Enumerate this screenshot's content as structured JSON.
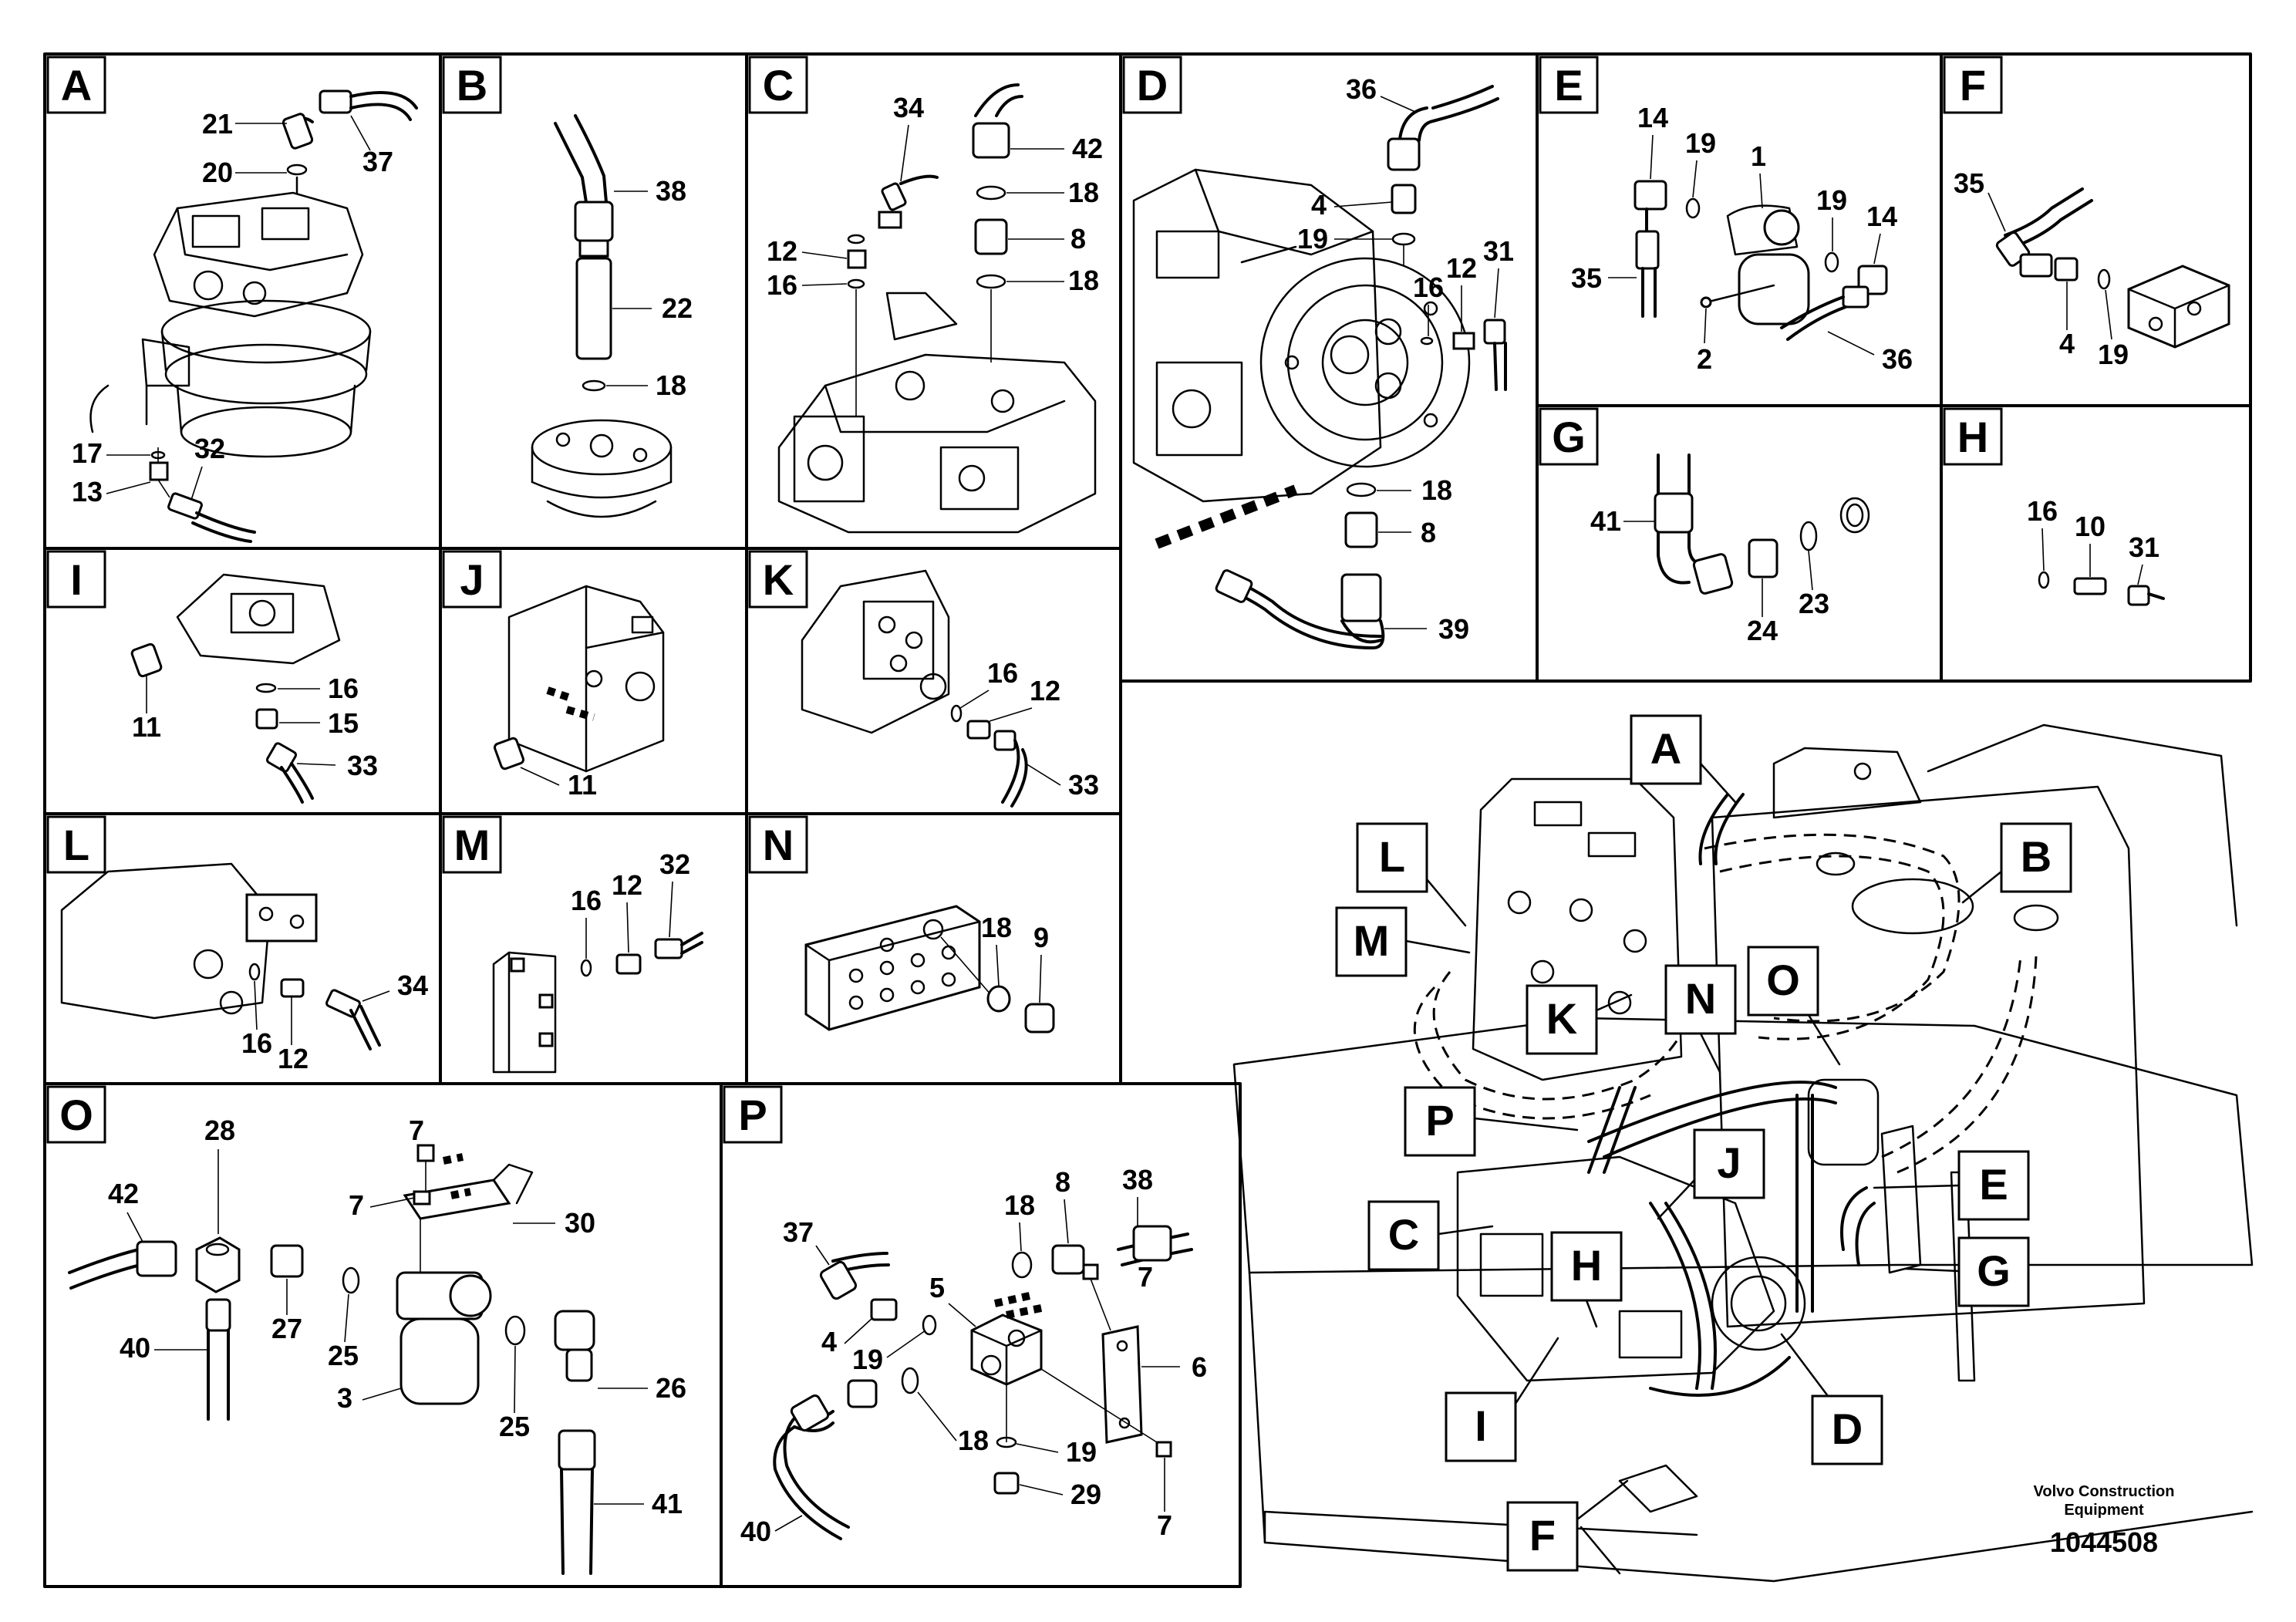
{
  "panels": [
    {
      "id": "A",
      "letter": "A",
      "parts": [
        "21",
        "37",
        "20",
        "17",
        "32",
        "13"
      ]
    },
    {
      "id": "B",
      "letter": "B",
      "parts": [
        "38",
        "22",
        "18"
      ]
    },
    {
      "id": "C",
      "letter": "C",
      "parts": [
        "34",
        "42",
        "18",
        "8",
        "18",
        "12",
        "16"
      ]
    },
    {
      "id": "D",
      "letter": "D",
      "parts": [
        "36",
        "4",
        "19",
        "16",
        "12",
        "31",
        "18",
        "8",
        "39"
      ]
    },
    {
      "id": "E",
      "letter": "E",
      "parts": [
        "14",
        "19",
        "1",
        "19",
        "14",
        "35",
        "2",
        "36"
      ]
    },
    {
      "id": "F",
      "letter": "F",
      "parts": [
        "35",
        "4",
        "19"
      ]
    },
    {
      "id": "G",
      "letter": "G",
      "parts": [
        "41",
        "24",
        "23"
      ]
    },
    {
      "id": "H",
      "letter": "H",
      "parts": [
        "16",
        "10",
        "31"
      ]
    },
    {
      "id": "I",
      "letter": "I",
      "parts": [
        "16",
        "11",
        "15",
        "33"
      ]
    },
    {
      "id": "J",
      "letter": "J",
      "parts": [
        "11"
      ]
    },
    {
      "id": "K",
      "letter": "K",
      "parts": [
        "16",
        "12",
        "33"
      ]
    },
    {
      "id": "L",
      "letter": "L",
      "parts": [
        "34",
        "16",
        "12"
      ]
    },
    {
      "id": "M",
      "letter": "M",
      "parts": [
        "16",
        "12",
        "32"
      ]
    },
    {
      "id": "N",
      "letter": "N",
      "parts": [
        "18",
        "9"
      ]
    },
    {
      "id": "O",
      "letter": "O",
      "parts": [
        "7",
        "28",
        "42",
        "7",
        "30",
        "40",
        "27",
        "25",
        "3",
        "25",
        "26",
        "41"
      ]
    },
    {
      "id": "P",
      "letter": "P",
      "parts": [
        "38",
        "18",
        "8",
        "37",
        "5",
        "7",
        "4",
        "19",
        "6",
        "18",
        "19",
        "7",
        "29",
        "40"
      ]
    }
  ],
  "overview_callouts": [
    "A",
    "B",
    "L",
    "M",
    "K",
    "N",
    "O",
    "P",
    "J",
    "C",
    "E",
    "H",
    "G",
    "I",
    "D",
    "F"
  ],
  "footer": {
    "brand_line1": "Volvo Construction",
    "brand_line2": "Equipment",
    "doc_number": "1044508"
  }
}
